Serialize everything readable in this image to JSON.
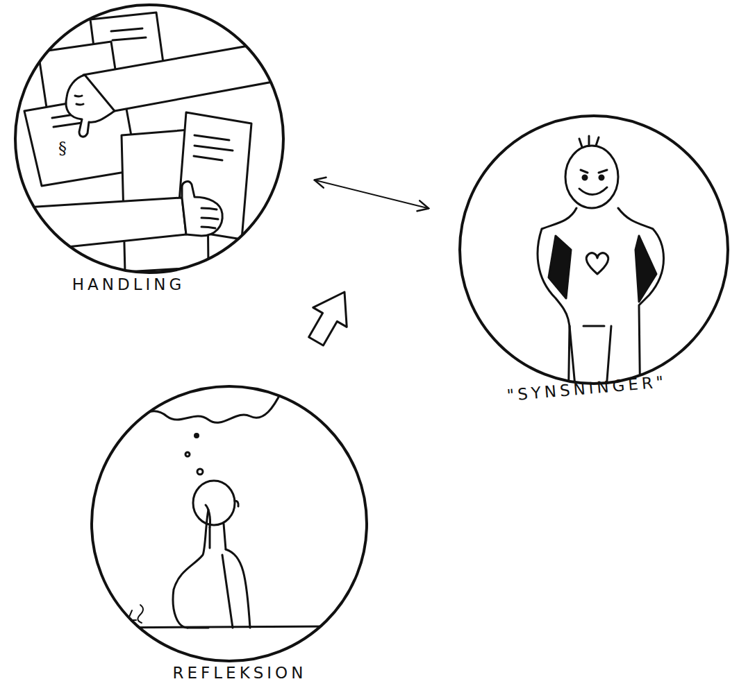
{
  "diagram": {
    "nodes": [
      {
        "text": [
          "HANDLING"
        ]
      },
      {
        "text": [
          "\"SYNSNINGER\""
        ]
      },
      {
        "text": [
          "REFLEKSION"
        ]
      }
    ],
    "edges": [
      {
        "from": 0,
        "to": 1,
        "arrow": "both"
      }
    ],
    "labels": [
      "§"
    ]
  }
}
